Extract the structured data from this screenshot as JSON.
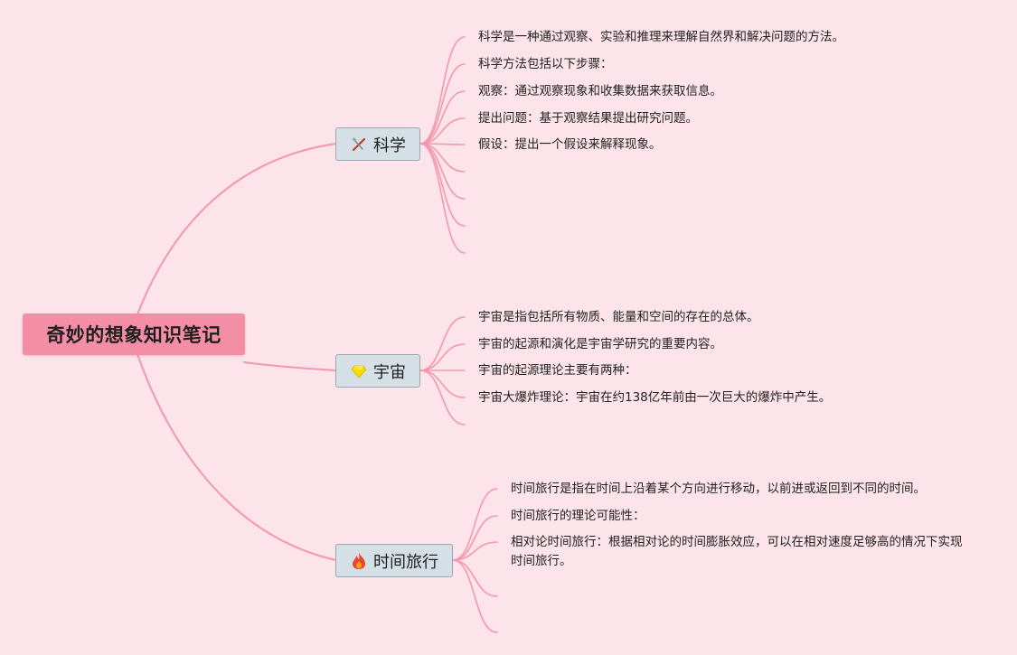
{
  "root": {
    "title": "奇妙的想象知识笔记"
  },
  "branches": [
    {
      "label": "科学",
      "icon": "tools-icon",
      "items": [
        "科学是一种通过观察、实验和推理来理解自然界和解决问题的方法。",
        "科学方法包括以下步骤：",
        "观察：通过观察现象和收集数据来获取信息。",
        "提出问题：基于观察结果提出研究问题。",
        "假设：提出一个假设来解释现象。"
      ]
    },
    {
      "label": "宇宙",
      "icon": "gem-icon",
      "items": [
        "宇宙是指包括所有物质、能量和空间的存在的总体。",
        "宇宙的起源和演化是宇宙学研究的重要内容。",
        "宇宙的起源理论主要有两种：",
        "宇宙大爆炸理论：宇宙在约138亿年前由一次巨大的爆炸中产生。"
      ]
    },
    {
      "label": "时间旅行",
      "icon": "fire-icon",
      "items": [
        "时间旅行是指在时间上沿着某个方向进行移动，以前进或返回到不同的时间。",
        "时间旅行的理论可能性：",
        "相对论时间旅行：根据相对论的时间膨胀效应，可以在相对速度足够高的情况下实现时间旅行。"
      ]
    }
  ],
  "colors": {
    "background": "#fde4ea",
    "root_fill": "#f48ea7",
    "connector": "#f497ae",
    "branch_fill": "#d5dfe6",
    "branch_border": "#9aa8b4"
  }
}
